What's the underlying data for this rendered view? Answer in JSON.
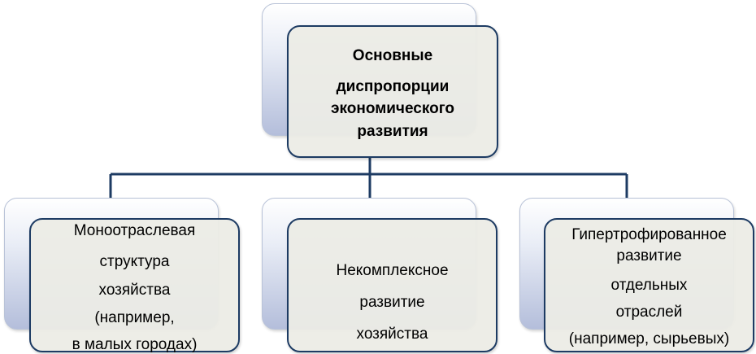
{
  "root": {
    "lines": [
      "Основные",
      "диспропорции",
      "экономического",
      "развития"
    ]
  },
  "children": [
    {
      "lines": [
        "Моноотраслевая",
        "структура",
        "хозяйства",
        "(например,",
        "в малых городах)"
      ]
    },
    {
      "lines": [
        "Некомплексное",
        "развитие",
        "хозяйства"
      ]
    },
    {
      "lines": [
        "Гипертрофированное",
        "развитие",
        "отдельных",
        "отраслей",
        "(например, сырьевых)"
      ]
    }
  ],
  "colors": {
    "connector": "#1d3b63",
    "border": "#1d3b63",
    "front_fill": "#ecece5",
    "back_gradient_dark": "#b4bedb"
  }
}
